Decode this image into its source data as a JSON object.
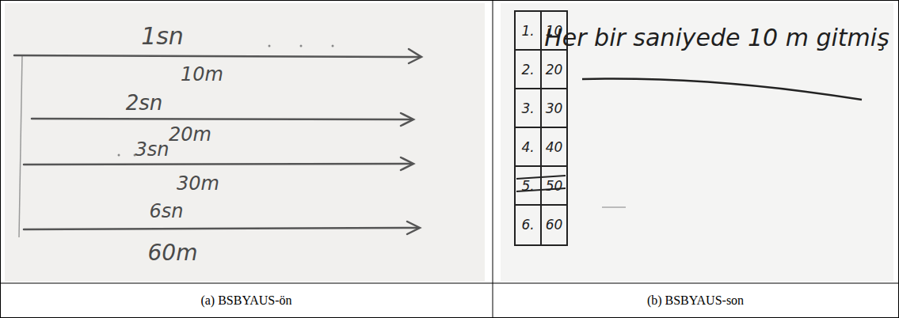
{
  "diagram": {
    "labels": [
      "1sn",
      "10m",
      "2sn",
      "20m",
      "3sn",
      "30m",
      "6sn",
      "60m",
      "1.",
      "10",
      "2.",
      "20",
      "3.",
      "30",
      "4.",
      "40",
      "5.",
      "50",
      "6.",
      "60",
      "Her bir saniyede 10 m gitmiş",
      "(a) BSBYAUS-ön",
      "(b) BSBYAUS-son"
    ]
  }
}
